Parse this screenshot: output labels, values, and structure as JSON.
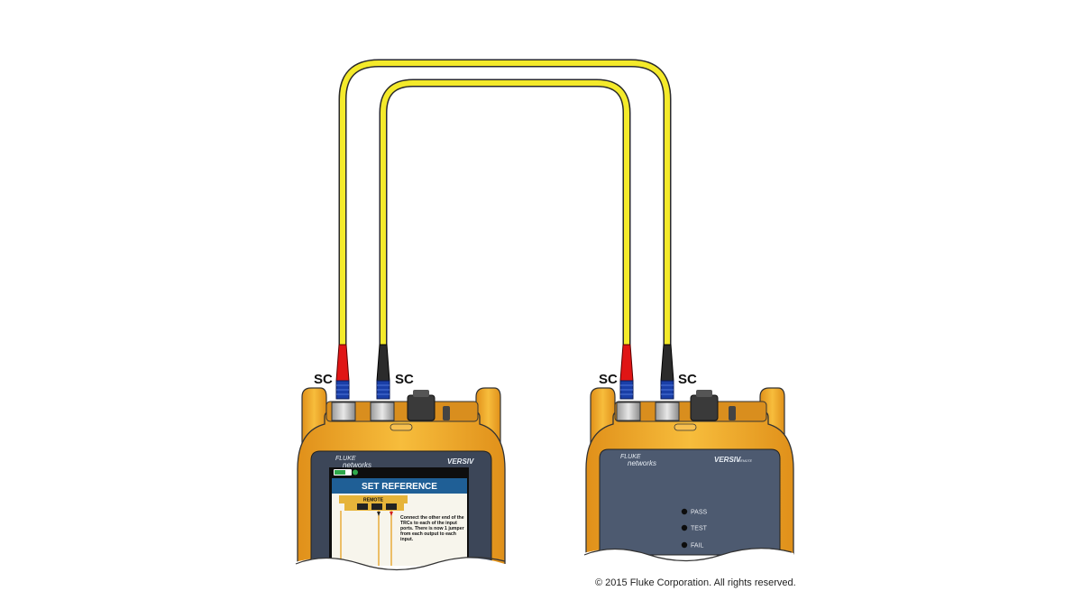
{
  "connectors": {
    "main_left_label": "SC",
    "main_right_label": "SC",
    "remote_left_label": "SC",
    "remote_right_label": "SC"
  },
  "main_unit": {
    "brand_top": "FLUKE",
    "brand_bottom": "networks",
    "model": "VERSIV",
    "screen": {
      "title": "SET REFERENCE",
      "remote_label": "REMOTE",
      "instruction_lines": [
        "Connect the other end of the",
        "TRCs to each of the input",
        "ports. There is now 1 jumper",
        "from each output to each",
        "input."
      ]
    }
  },
  "remote_unit": {
    "brand_top": "FLUKE",
    "brand_bottom": "networks",
    "model": "VERSIV",
    "model_suffix": "REMOTE",
    "leds": [
      "PASS",
      "TEST",
      "FAIL"
    ]
  },
  "copyright": "© 2015 Fluke Corporation. All rights reserved.",
  "colors": {
    "fiber": "#f4ea2a",
    "boot_red": "#e01515",
    "boot_black": "#2b2b2b",
    "ferrule_blue": "#1a3fa8",
    "housing": "#f3ad2c",
    "panel": "#4d5a70"
  }
}
